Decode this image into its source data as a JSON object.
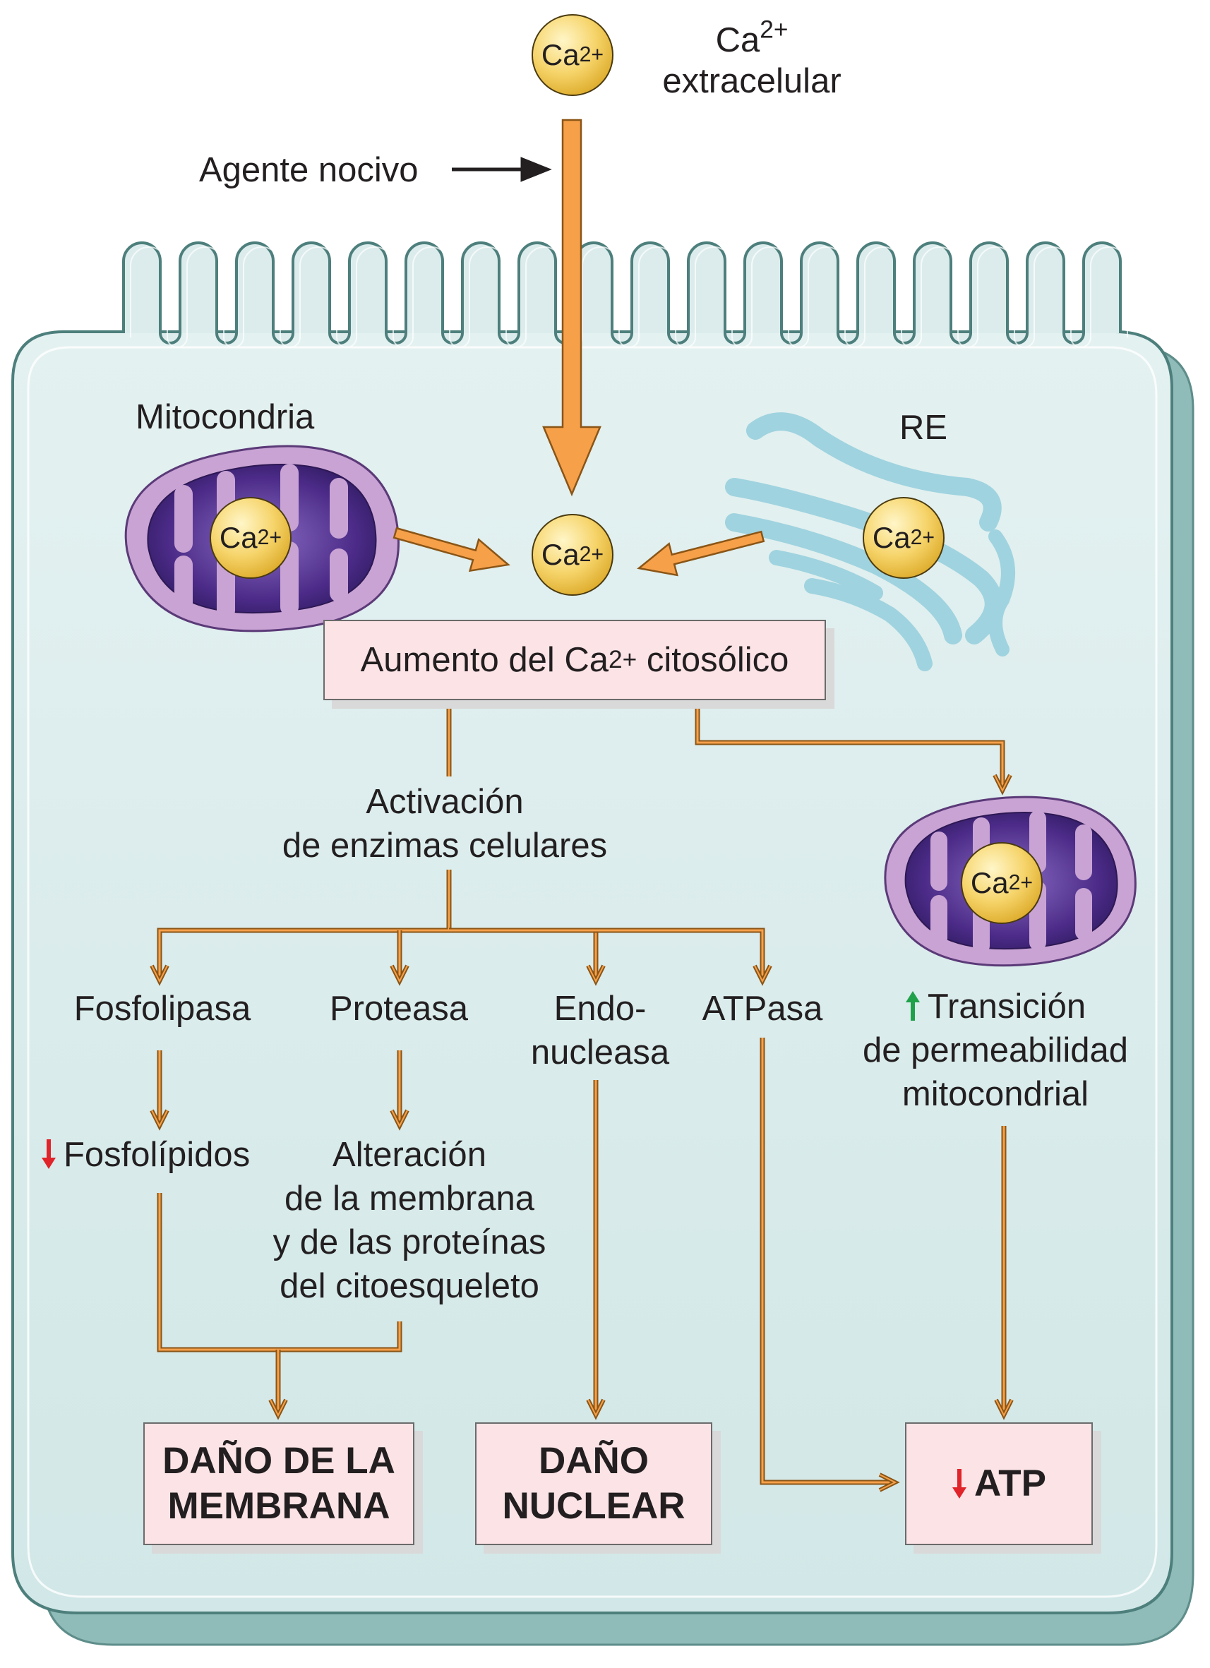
{
  "top": {
    "ca_ball_label": "Ca",
    "ca_ball_sup": "2+",
    "extracellular_line1": "Ca",
    "extracellular_sup": "2+",
    "extracellular_line2": "extracelular",
    "harmful_agent": "Agente nocivo"
  },
  "organelles": {
    "mitochondria_label": "Mitocondria",
    "er_label": "RE",
    "ca_label": "Ca",
    "ca_sup": "2+"
  },
  "central_box": {
    "prefix": "Aumento del Ca",
    "sup": "2+",
    "suffix": " citosólico"
  },
  "enzymes": {
    "line1": "Activación",
    "line2": "de enzimas celulares",
    "phospholipase": "Fosfolipasa",
    "protease": "Proteasa",
    "endonuclease_line1": "Endo-",
    "endonuclease_line2": "nucleasa",
    "atpase": "ATPasa"
  },
  "effects": {
    "phospholipids": "Fosfolípidos",
    "alteration_line1": "Alteración",
    "alteration_line2": "de la membrana",
    "alteration_line3": "y de las proteínas",
    "alteration_line4": "del citoesqueleto",
    "transition_line1": "Transición",
    "transition_line2": "de permeabilidad",
    "transition_line3": "mitocondrial"
  },
  "outcomes": {
    "membrane_damage_line1": "DAÑO DE LA",
    "membrane_damage_line2": "MEMBRANA",
    "nuclear_damage_line1": "DAÑO",
    "nuclear_damage_line2": "NUCLEAR",
    "atp": "ATP"
  },
  "colors": {
    "cell_fill": "#dcecec",
    "cell_edge": "#7fb1ae",
    "arrow_orange": "#f6a04a",
    "box_fill": "#fbe3e6",
    "mito_outer": "#c9a3d4",
    "mito_inner": "#4a2a86",
    "er": "#9fd3df",
    "decrease_arrow": "#e0242a",
    "increase_arrow": "#1fa14a"
  }
}
